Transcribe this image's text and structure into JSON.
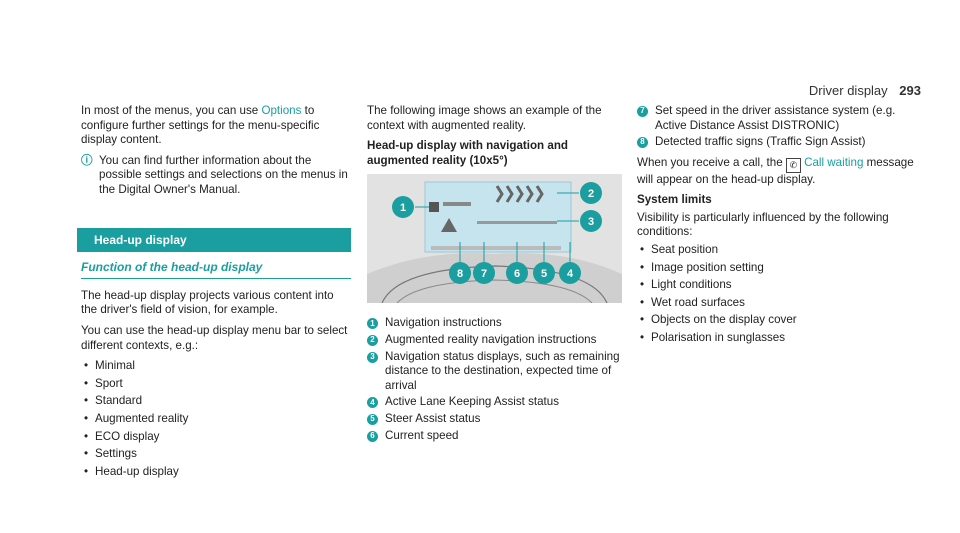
{
  "header": {
    "section": "Driver display",
    "page": "293"
  },
  "col1": {
    "intro_pre": "In most of the menus, you can use ",
    "intro_link": "Options",
    "intro_post": " to configure further settings for the menu-specific display content.",
    "note": "You can find further information about the possible settings and selections on the menus in the Digital Owner's Manual.",
    "band": "Head-up display",
    "subheading": "Function of the head-up display",
    "para1": "The head-up display projects various content into the driver's field of vision, for example.",
    "para2": "You can use the head-up display menu bar to select different contexts, e.g.:",
    "items": [
      "Minimal",
      "Sport",
      "Standard",
      "Augmented reality",
      "ECO display",
      "Settings",
      "Head-up display"
    ]
  },
  "col2": {
    "intro": "The following image shows an example of the context with augmented reality.",
    "heading": "Head-up display with navigation and augmented reality (10x5°)",
    "items": [
      {
        "n": "1",
        "t": "Navigation instructions"
      },
      {
        "n": "2",
        "t": "Augmented reality navigation instructions"
      },
      {
        "n": "3",
        "t": "Navigation status displays, such as remaining distance to the destination, expected time of arrival"
      },
      {
        "n": "4",
        "t": "Active Lane Keeping Assist status"
      },
      {
        "n": "5",
        "t": "Steer Assist status"
      },
      {
        "n": "6",
        "t": "Current speed"
      }
    ],
    "illus_labels": [
      "1",
      "2",
      "3",
      "8",
      "7",
      "6",
      "5",
      "4"
    ]
  },
  "col3": {
    "items": [
      {
        "n": "7",
        "t": "Set speed in the driver assistance system (e.g. Active Distance Assist DISTRONIC)"
      },
      {
        "n": "8",
        "t": "Detected traffic signs (Traffic Sign Assist)"
      }
    ],
    "call_pre": "When you receive a call, the ",
    "call_link": "Call waiting",
    "call_post": " message will appear on the head-up display.",
    "limits_heading": "System limits",
    "limits_intro": "Visibility is particularly influenced by the following conditions:",
    "limits": [
      "Seat position",
      "Image position setting",
      "Light conditions",
      "Wet road surfaces",
      "Objects on the display cover",
      "Polarisation in sunglasses"
    ]
  }
}
